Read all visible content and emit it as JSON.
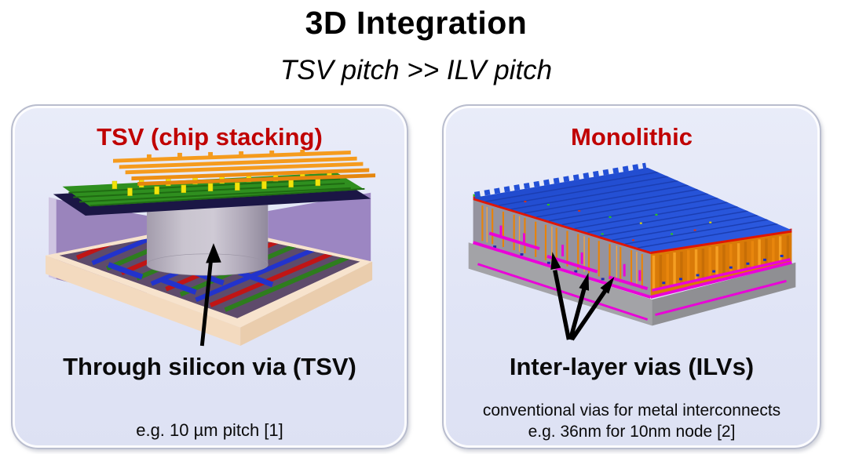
{
  "slide": {
    "title": "3D Integration",
    "subtitle": "TSV pitch >> ILV pitch"
  },
  "left_panel": {
    "heading": "TSV (chip stacking)",
    "caption": "Through silicon via (TSV)",
    "note": "e.g. 10 µm pitch [1]",
    "illustration": "3d-render-tsv-chip-stack",
    "annotation_arrow": "arrow-pointing-to-tsv-cylinder"
  },
  "right_panel": {
    "heading": "Monolithic",
    "caption": "Inter-layer vias (ILVs)",
    "note_line1": "conventional vias for metal interconnects",
    "note_line2": "e.g. 36nm for 10nm node [2]",
    "illustration": "3d-render-monolithic-ilv-stack",
    "annotation_arrows": "three-arrows-pointing-to-inter-layer-vias"
  },
  "colors": {
    "heading_red": "#C00000",
    "panel_bg": "#E2E6F6",
    "panel_border": "#B9BDCE",
    "text_black": "#0A0A0A",
    "tsv_cylinder_gray": "#C9C4CF",
    "silicon_purple": "#9A84BC",
    "substrate_beige": "#F6E2CC",
    "ilv_top_blue": "#2653D8",
    "via_orange": "#E8830A",
    "metal_magenta": "#EE00DD",
    "base_gray": "#9A9AA0"
  }
}
